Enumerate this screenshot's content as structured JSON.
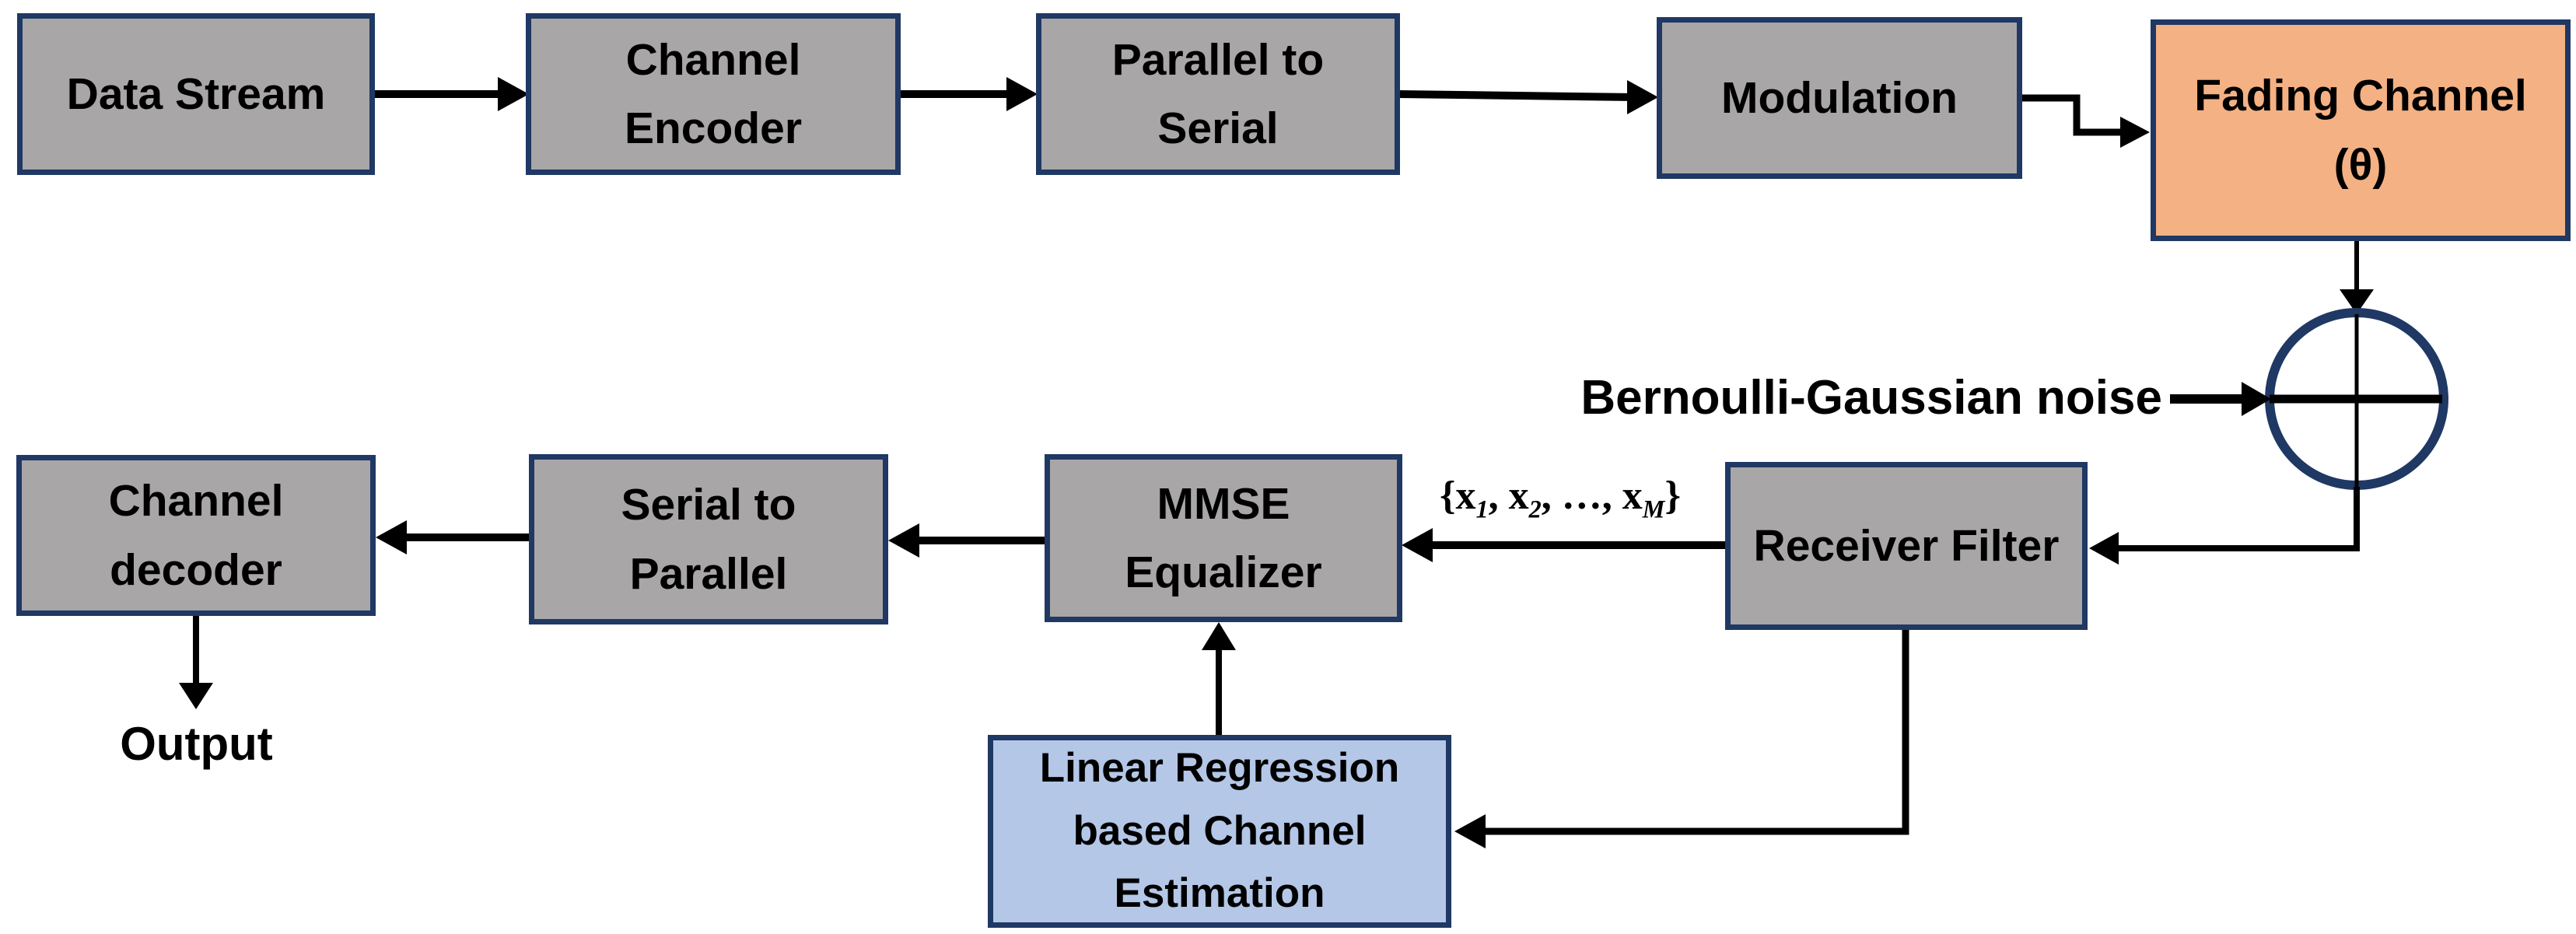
{
  "diagram": {
    "type": "block-diagram",
    "background": "#ffffff",
    "colors": {
      "block_fill_gray": "#a8a6a6",
      "block_fill_orange": "#f4b183",
      "block_fill_blue": "#b4c7e7",
      "block_border_navy": "#1f3864",
      "arrow_black": "#000000",
      "text_black": "#000000"
    },
    "blocks": {
      "data_stream": {
        "label": "Data Stream"
      },
      "channel_encoder": {
        "label": "Channel\nEncoder"
      },
      "parallel_to_serial": {
        "label": "Parallel to\nSerial"
      },
      "modulation": {
        "label": "Modulation"
      },
      "fading_channel": {
        "label": "Fading Channel\n(θ)"
      },
      "receiver_filter": {
        "label": "Receiver Filter"
      },
      "mmse_equalizer": {
        "label": "MMSE\nEqualizer"
      },
      "serial_to_parallel": {
        "label": "Serial to\nParallel"
      },
      "channel_decoder": {
        "label": "Channel\ndecoder"
      },
      "linear_regression": {
        "label": "Linear Regression\nbased Channel\nEstimation"
      }
    },
    "annotations": {
      "noise_label": "Bernoulli-Gaussian noise",
      "output_label": "Output",
      "sequence_label_html": "{<b>x</b><sub>1</sub>, <b>x</b><sub>2</sub>, …, <b>x</b><sub>M</sub>}",
      "adder_symbol": "plus-in-circle"
    }
  }
}
